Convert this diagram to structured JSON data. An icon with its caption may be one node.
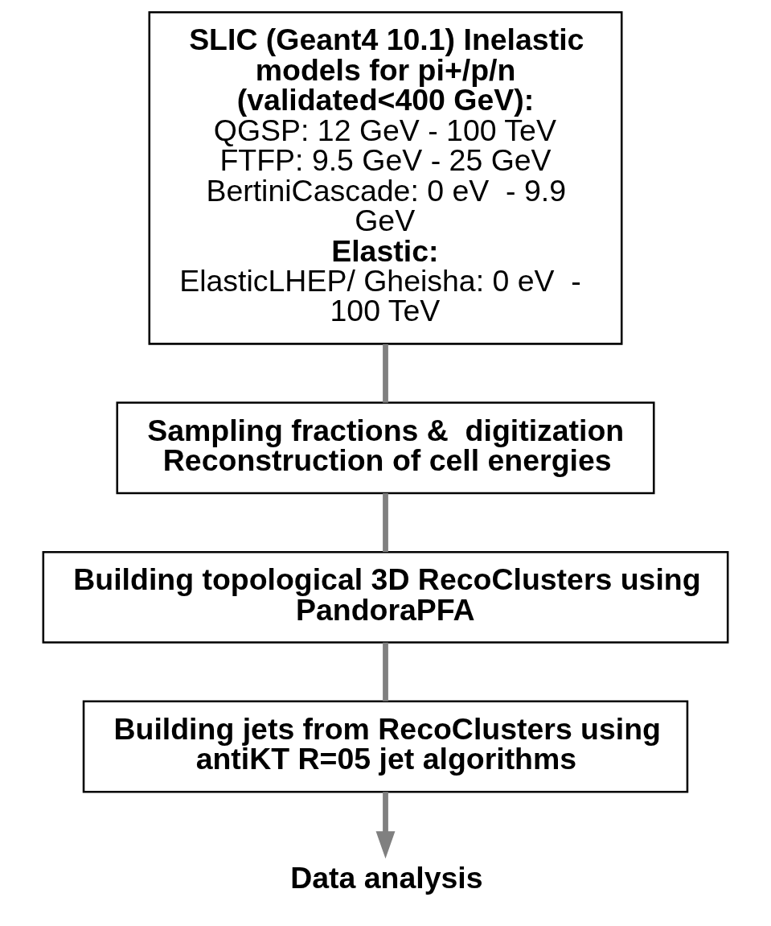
{
  "diagram": {
    "nodes": [
      {
        "text": [
          "SLIC (Geant4 10.1) Inelastic models for pi+/p/n (validated<400 GeV):",
          "QGSP: 12 GeV - 100 TeV",
          "FTFP: 9.5 GeV - 25 GeV",
          "BertiniCascade: 0 eV  - 9.9 GeV",
          "Elastic:",
          "ElasticLHEP/ Gheisha: 0 eV  -  100 TeV"
        ]
      },
      {
        "text": [
          "Sampling fractions &  digitization Reconstruction of cell energies"
        ]
      },
      {
        "text": [
          "Building topological 3D RecoClusters using PandoraPFA"
        ]
      },
      {
        "text": [
          "Building jets from RecoClusters using antiKT R=05 jet algorithms"
        ]
      },
      {
        "text": [
          "Data analysis"
        ]
      }
    ],
    "edges": [
      {
        "from": 0,
        "to": 1,
        "arrow": "none"
      },
      {
        "from": 1,
        "to": 2,
        "arrow": "none"
      },
      {
        "from": 2,
        "to": 3,
        "arrow": "none"
      },
      {
        "from": 3,
        "to": 4,
        "arrow": "to"
      }
    ]
  }
}
